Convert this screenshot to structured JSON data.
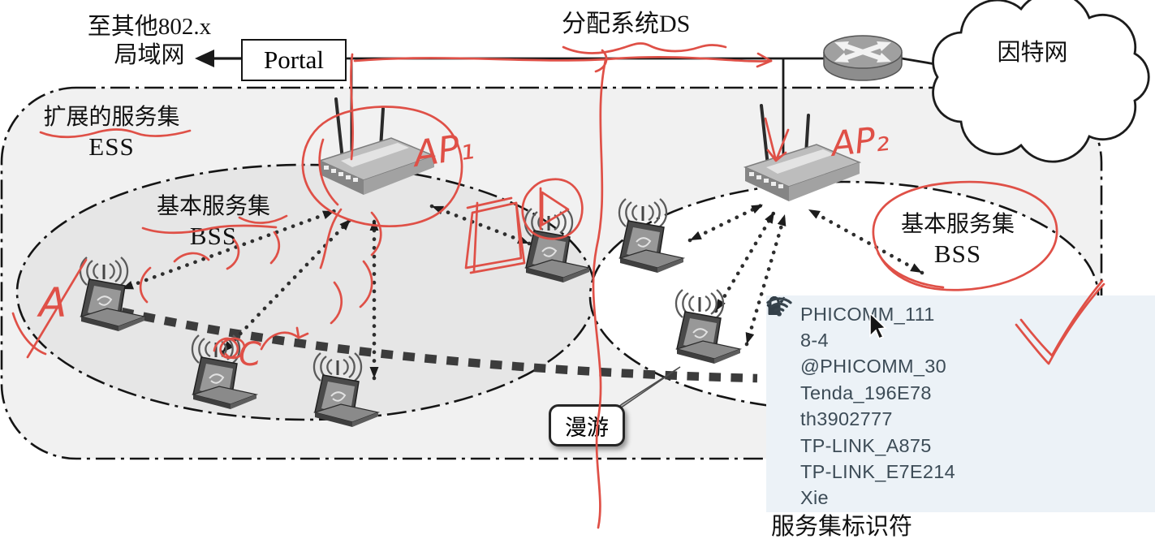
{
  "diagram": {
    "top": {
      "lan_label_line1": "至其他802.x",
      "lan_label_line2": "局域网",
      "portal_label": "Portal",
      "ds_label": "分配系统DS",
      "internet_label": "因特网"
    },
    "ess": {
      "title": "扩展的服务集",
      "abbr": "ESS"
    },
    "bss_left": {
      "title": "基本服务集",
      "abbr": "BSS"
    },
    "bss_right": {
      "title": "基本服务集",
      "abbr": "BSS"
    },
    "roaming_label": "漫游",
    "ssid_caption": "服务集标识符",
    "handwritten": {
      "ap1": "AP₁",
      "ap2": "AP₂",
      "station_a": "A",
      "station_c": "C"
    }
  },
  "wifi_menu": {
    "selected_ssid": "PHICOMM_111",
    "items": [
      {
        "name": "PHICOMM_111",
        "checked": true,
        "locked": true,
        "signal": "strong"
      },
      {
        "name": "8-4",
        "checked": false,
        "locked": true,
        "signal": "weak"
      },
      {
        "name": "@PHICOMM_30",
        "checked": false,
        "locked": true,
        "signal": "weak"
      },
      {
        "name": "Tenda_196E78",
        "checked": false,
        "locked": true,
        "signal": "weak"
      },
      {
        "name": "th3902777",
        "checked": false,
        "locked": true,
        "signal": "weak"
      },
      {
        "name": "TP-LINK_A875",
        "checked": false,
        "locked": true,
        "signal": "weak"
      },
      {
        "name": "TP-LINK_E7E214",
        "checked": false,
        "locked": true,
        "signal": "weak"
      },
      {
        "name": "Xie",
        "checked": false,
        "locked": true,
        "signal": "strong"
      }
    ]
  },
  "colors": {
    "annotation_red": "#df5047",
    "menu_bg": "#ecf2f7",
    "menu_text": "#3d4c57",
    "ess_fill": "#f1f1f1",
    "bss_left_fill": "#e6e6e6",
    "bss_right_fill": "#ffffff"
  }
}
